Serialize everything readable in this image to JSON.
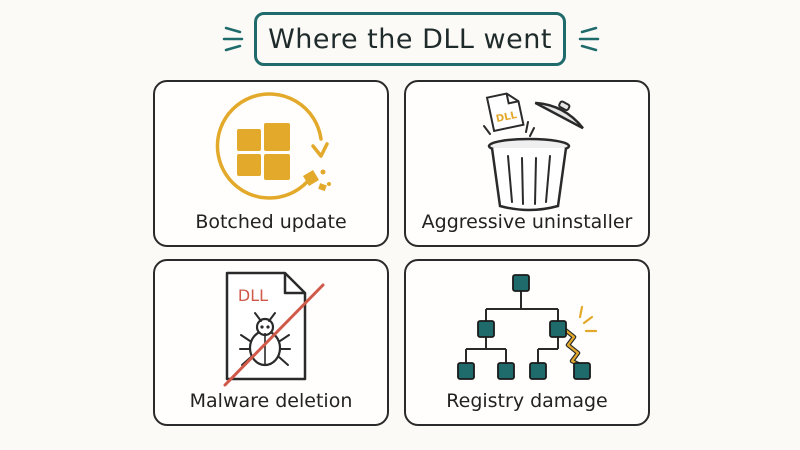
{
  "title": "Where the DLL went",
  "cards": [
    {
      "label": "Botched update",
      "icon": "windows-update-icon"
    },
    {
      "label": "Aggressive uninstaller",
      "icon": "trash-can-icon",
      "file_label": "DLL"
    },
    {
      "label": "Malware deletion",
      "icon": "bug-file-icon",
      "file_label": "DLL"
    },
    {
      "label": "Registry damage",
      "icon": "registry-tree-icon"
    }
  ],
  "colors": {
    "teal": "#1f6b6b",
    "gold": "#e3a92a",
    "red": "#d0594a",
    "ink": "#2a2a2a"
  }
}
